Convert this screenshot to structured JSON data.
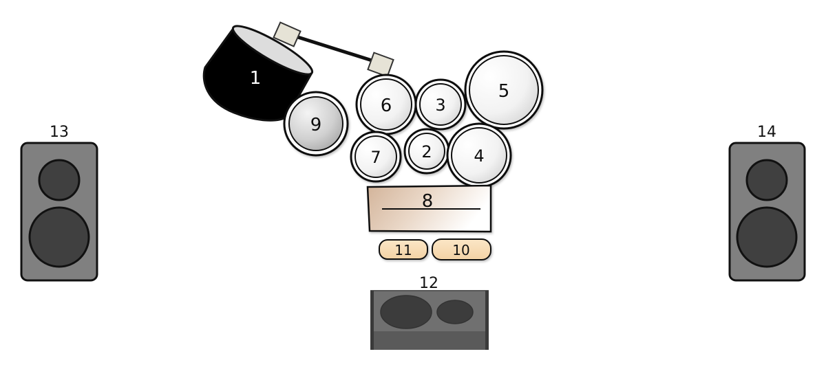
{
  "diagram": {
    "items": [
      {
        "id": "1",
        "label": "1"
      },
      {
        "id": "2",
        "label": "2"
      },
      {
        "id": "3",
        "label": "3"
      },
      {
        "id": "4",
        "label": "4"
      },
      {
        "id": "5",
        "label": "5"
      },
      {
        "id": "6",
        "label": "6"
      },
      {
        "id": "7",
        "label": "7"
      },
      {
        "id": "8",
        "label": "8"
      },
      {
        "id": "9",
        "label": "9"
      },
      {
        "id": "10",
        "label": "10"
      },
      {
        "id": "11",
        "label": "11"
      },
      {
        "id": "12",
        "label": "12"
      },
      {
        "id": "13",
        "label": "13"
      },
      {
        "id": "14",
        "label": "14"
      }
    ]
  },
  "colors": {
    "drum_shell": "#000000",
    "drum_head": "#eeeeee",
    "speaker_body": "#808080",
    "speaker_cone": "#404040",
    "pad_fill": "#f7dcb4",
    "keyboard_fill": "#dcc4b0",
    "amp_body": "#666666"
  }
}
